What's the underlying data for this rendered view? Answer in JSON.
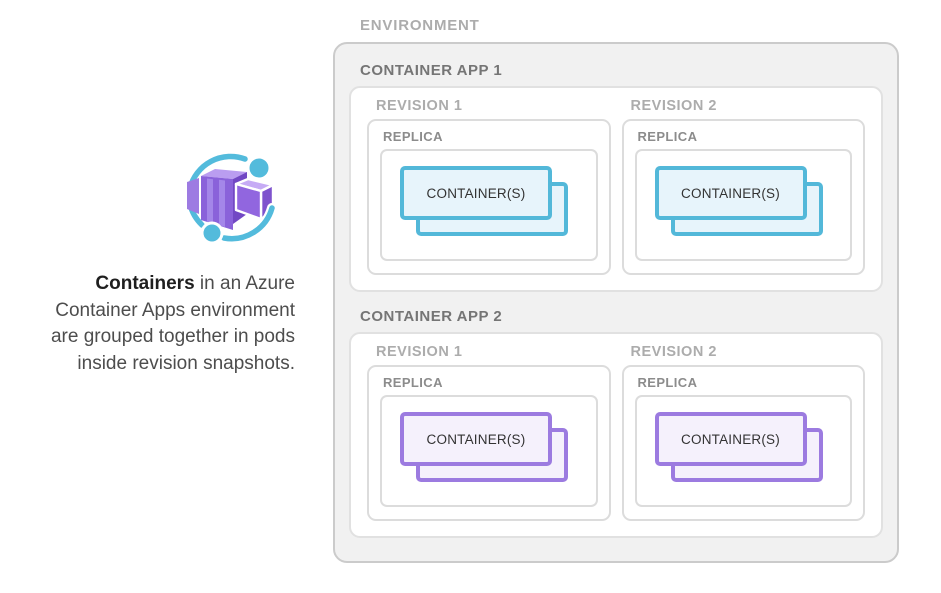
{
  "colors": {
    "teal_border": "#53B8D9",
    "teal_fill": "#E7F4FB",
    "purple_border": "#9C7BE0",
    "purple_fill": "#F5F1FC",
    "orbit_blue": "#53BBDC",
    "cube_purple": "#8A62DA"
  },
  "left_panel": {
    "icon": "azure-container-apps-icon",
    "caption": {
      "bold": "Containers",
      "line1_rest": " in an Azure",
      "line2": "Container Apps environment",
      "line3": "are grouped together in pods",
      "line4": "inside revision snapshots."
    }
  },
  "environment": {
    "label": "ENVIRONMENT",
    "apps": [
      {
        "label": "CONTAINER APP 1",
        "theme": "teal",
        "revisions": [
          {
            "label": "REVISION 1",
            "replica_label": "REPLICA",
            "container_label": "CONTAINER(S)"
          },
          {
            "label": "REVISION 2",
            "replica_label": "REPLICA",
            "container_label": "CONTAINER(S)"
          }
        ]
      },
      {
        "label": "CONTAINER APP 2",
        "theme": "purple",
        "revisions": [
          {
            "label": "REVISION 1",
            "replica_label": "REPLICA",
            "container_label": "CONTAINER(S)"
          },
          {
            "label": "REVISION 2",
            "replica_label": "REPLICA",
            "container_label": "CONTAINER(S)"
          }
        ]
      }
    ]
  }
}
